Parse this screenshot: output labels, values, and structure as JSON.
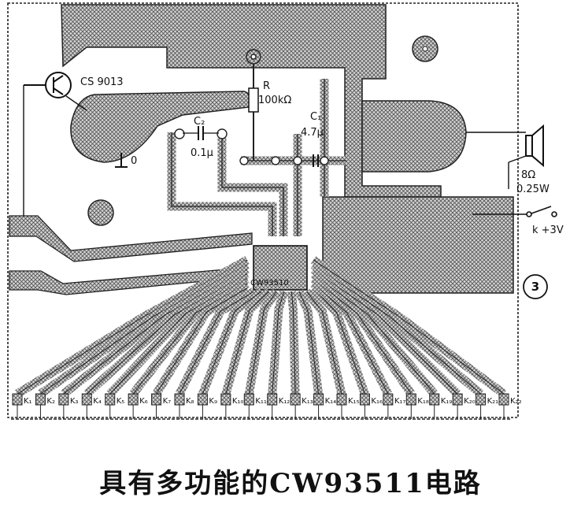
{
  "figure_number": "③",
  "caption": "具有多功能的CW93511电路",
  "transistor_label": "CS 9013",
  "resistor_label": "R",
  "resistor_value": "100kΩ",
  "c2_label": "C₂",
  "c2_value": "0.1μ",
  "c1_label": "C₁",
  "c1_value": "4.7μ",
  "ground_label": "0",
  "speaker_impedance": "8Ω",
  "speaker_power": "0.25W",
  "switch_label": "k +3V",
  "ic_label": "CW93510",
  "key_labels": [
    "K₁",
    "K₂",
    "K₃",
    "K₄",
    "K₅",
    "K₆",
    "K₇",
    "K₈",
    "K₉",
    "K₁₀",
    "K₁₁",
    "K₁₂",
    "K₁₃",
    "K₁₄",
    "K₁₅",
    "K₁₆",
    "K₁₇",
    "K₁₈",
    "K₁₉",
    "K₂₀",
    "K₂₁",
    "K₂₂"
  ]
}
